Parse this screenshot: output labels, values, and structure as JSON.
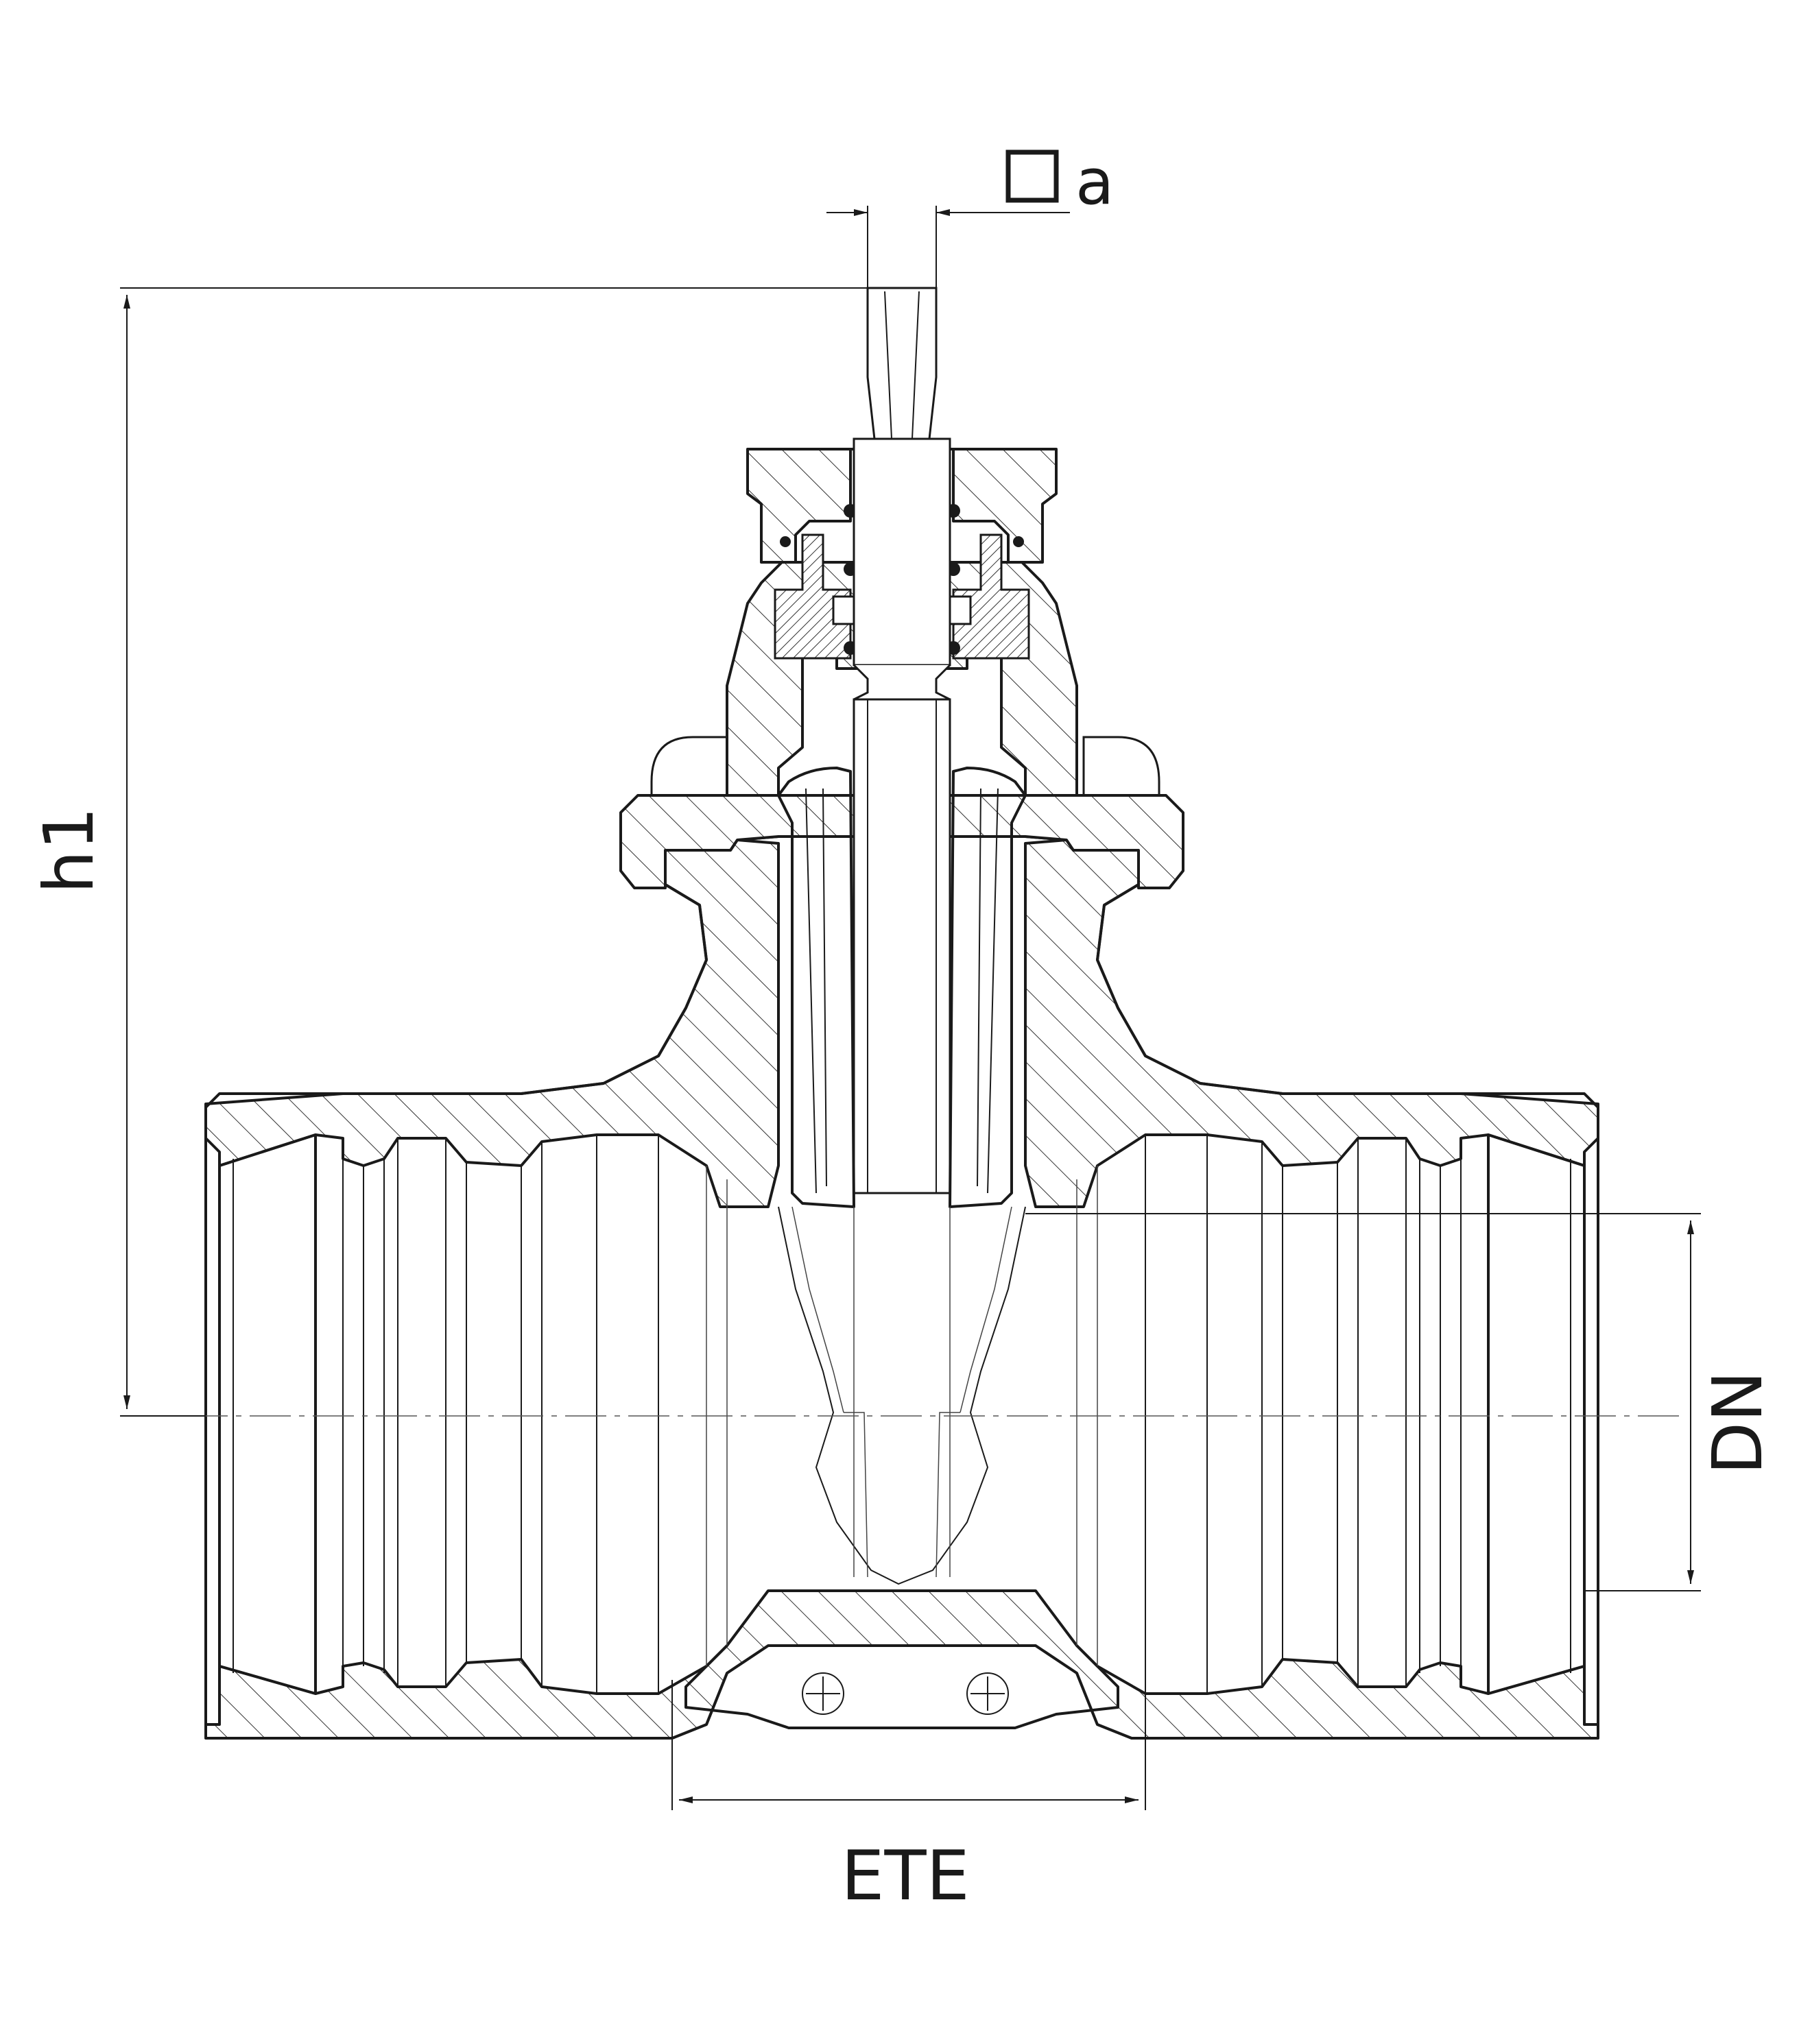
{
  "labels": {
    "square_a": "a",
    "h1": "h1",
    "dn": "DN",
    "ete": "ETE"
  },
  "colors": {
    "line": "#1a1a1a",
    "background": "#ffffff"
  }
}
